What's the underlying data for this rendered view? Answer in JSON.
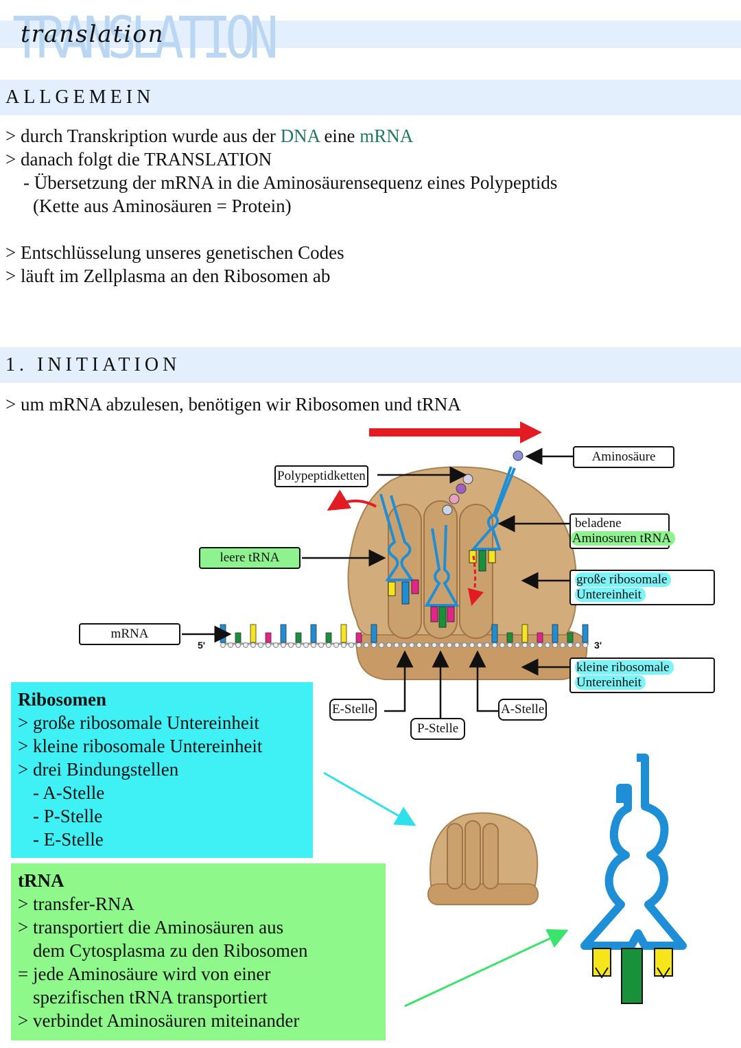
{
  "header": {
    "art_title": "TRANSLATION",
    "hand_title": "translation"
  },
  "allgemein": {
    "title": "ALLGEMEIN",
    "line1_prefix": "> durch Transkription wurde aus der ",
    "line1_dna": "DNA",
    "line1_mid": " eine ",
    "line1_mrna": "mRNA",
    "line2": "> danach folgt die TRANSLATION",
    "line3": "- Übersetzung der mRNA in die Aminosäurensequenz eines Polypeptids",
    "line4": "(Kette aus Aminosäuren = Protein)",
    "line5": "> Entschlüsselung unseres genetischen Codes",
    "line6": "> läuft im Zellplasma an den Ribosomen ab"
  },
  "initiation": {
    "title": "1. INITIATION",
    "line1": "> um mRNA abzulesen, benötigen wir Ribosomen und tRNA"
  },
  "diagram": {
    "labels": {
      "aminosaeure": "Aminosäure",
      "polypeptid": "Polypeptidketten",
      "beladene_1": "beladene",
      "beladene_2": "Aminosuren tRNA",
      "leere_trna": "leere tRNA",
      "grosse_1": "große ribosomale",
      "grosse_2": "Untereinheit",
      "mrna": "mRNA",
      "five_prime": "5'",
      "three_prime": "3'",
      "kleine_1": "kleine ribosomale",
      "kleine_2": "Untereinheit",
      "e_stelle": "E-Stelle",
      "p_stelle": "P-Stelle",
      "a_stelle": "A-Stelle"
    },
    "colors": {
      "ribosome": "#d2ac7a",
      "ribosome_dark": "#b8895a",
      "trna": "#1e8fd6",
      "arrow_red": "#e31b23",
      "yellow": "#f5e51a",
      "green": "#19913b"
    }
  },
  "ribosomen_box": {
    "heading": "Ribosomen",
    "items": [
      "> große ribosomale Untereinheit",
      "> kleine ribosomale Untereinheit",
      "> drei Bindungstellen",
      "- A-Stelle",
      "- P-Stelle",
      "- E-Stelle"
    ],
    "color": "#3ff0f5"
  },
  "trna_box": {
    "heading": "tRNA",
    "items": [
      "> transfer-RNA",
      "> transportiert die Aminosäuren aus",
      "dem Cytosplasma zu den Ribosomen",
      "= jede Aminosäure wird von einer",
      "spezifischen tRNA transportiert",
      "> verbindet Aminosäuren miteinander"
    ],
    "color": "#8ef98a"
  }
}
